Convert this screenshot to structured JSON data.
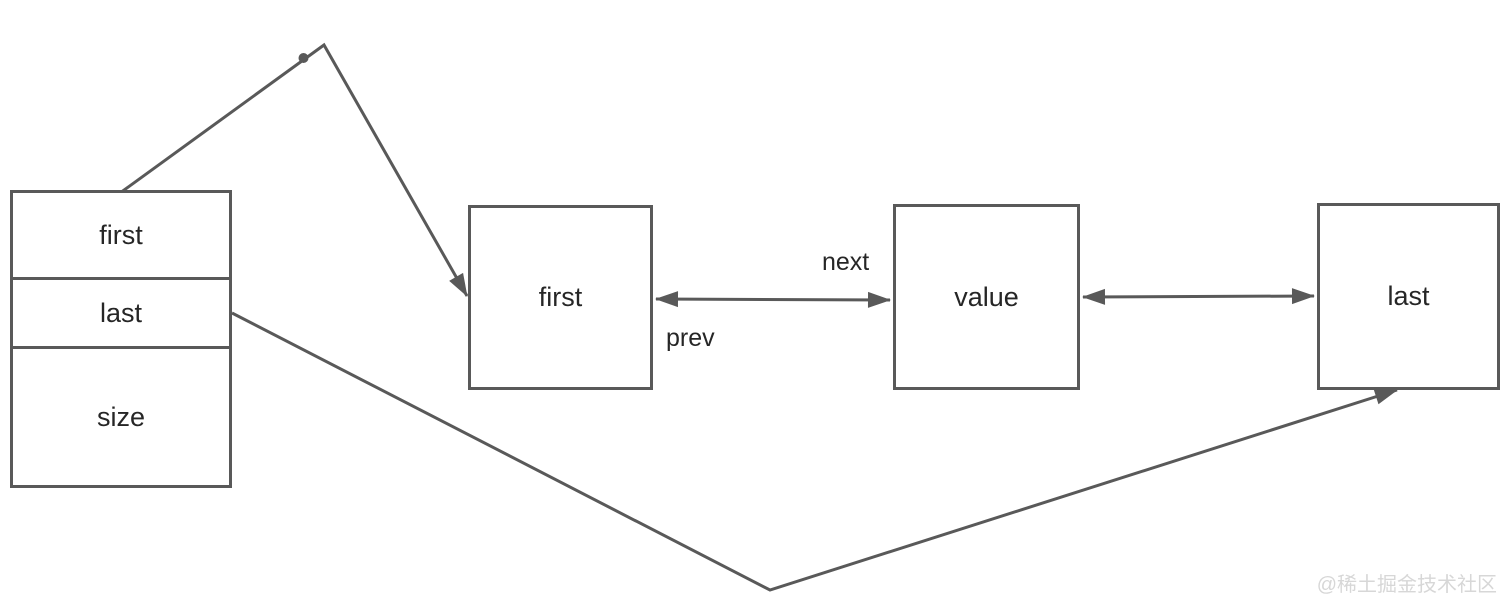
{
  "colors": {
    "line": "#595959",
    "text": "#262626",
    "watermark": "#d7d7d7",
    "bg": "#ffffff"
  },
  "diagram": {
    "header_box": {
      "cells": [
        {
          "label": "first"
        },
        {
          "label": "last"
        },
        {
          "label": "size"
        }
      ]
    },
    "nodes": [
      {
        "label": "first"
      },
      {
        "label": "value"
      },
      {
        "label": "last"
      }
    ],
    "edge_labels": {
      "next": "next",
      "prev": "prev"
    },
    "watermark": "@稀土掘金技术社区"
  }
}
